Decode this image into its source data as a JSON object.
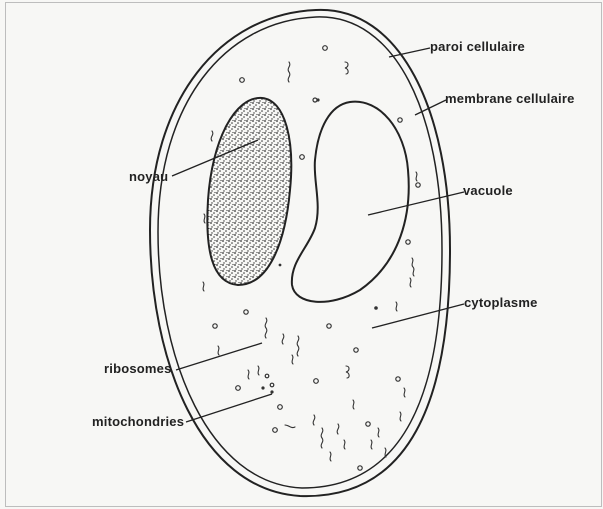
{
  "labels": {
    "paroi": "paroi cellulaire",
    "membrane": "membrane cellulaire",
    "noyau": "noyau",
    "vacuole": "vacuole",
    "cytoplasme": "cytoplasme",
    "ribosomes": "ribosomes",
    "mitochondries": "mitochondries"
  },
  "colors": {
    "ink": "#222222",
    "background": "#f7f7f5",
    "frame": "#bdbdbd"
  }
}
